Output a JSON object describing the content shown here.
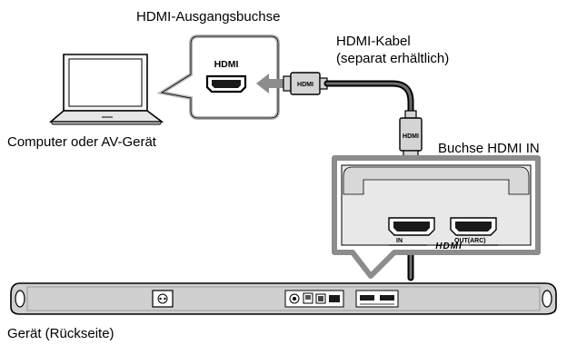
{
  "labels": {
    "output_jack": "HDMI-Ausgangsbuchse",
    "cable_line1": "HDMI-Kabel",
    "cable_line2": "(separat erhältlich)",
    "source_device": "Computer oder AV-Gerät",
    "input_jack": "Buchse HDMI IN",
    "unit_rear": "Gerät (Rückseite)"
  },
  "port_labels": {
    "callout_port": "HDMI",
    "plug_left": "HDMI",
    "plug_bottom": "HDMI",
    "jack_in": "IN",
    "jack_out": "OUT(ARC)",
    "hdmi_logo": "HDMI"
  },
  "icons": [
    "laptop-icon",
    "hdmi-port-icon",
    "hdmi-plug-icon",
    "arrow-icon",
    "soundbar-icon"
  ],
  "colors": {
    "line": "#000000",
    "arrow": "#8c8c8c",
    "panel_fill": "#e8e8e8",
    "callout_border": "#b5b5b5",
    "plug_fill": "#d4d4d4",
    "bar_fill": "#cfcfcf"
  }
}
